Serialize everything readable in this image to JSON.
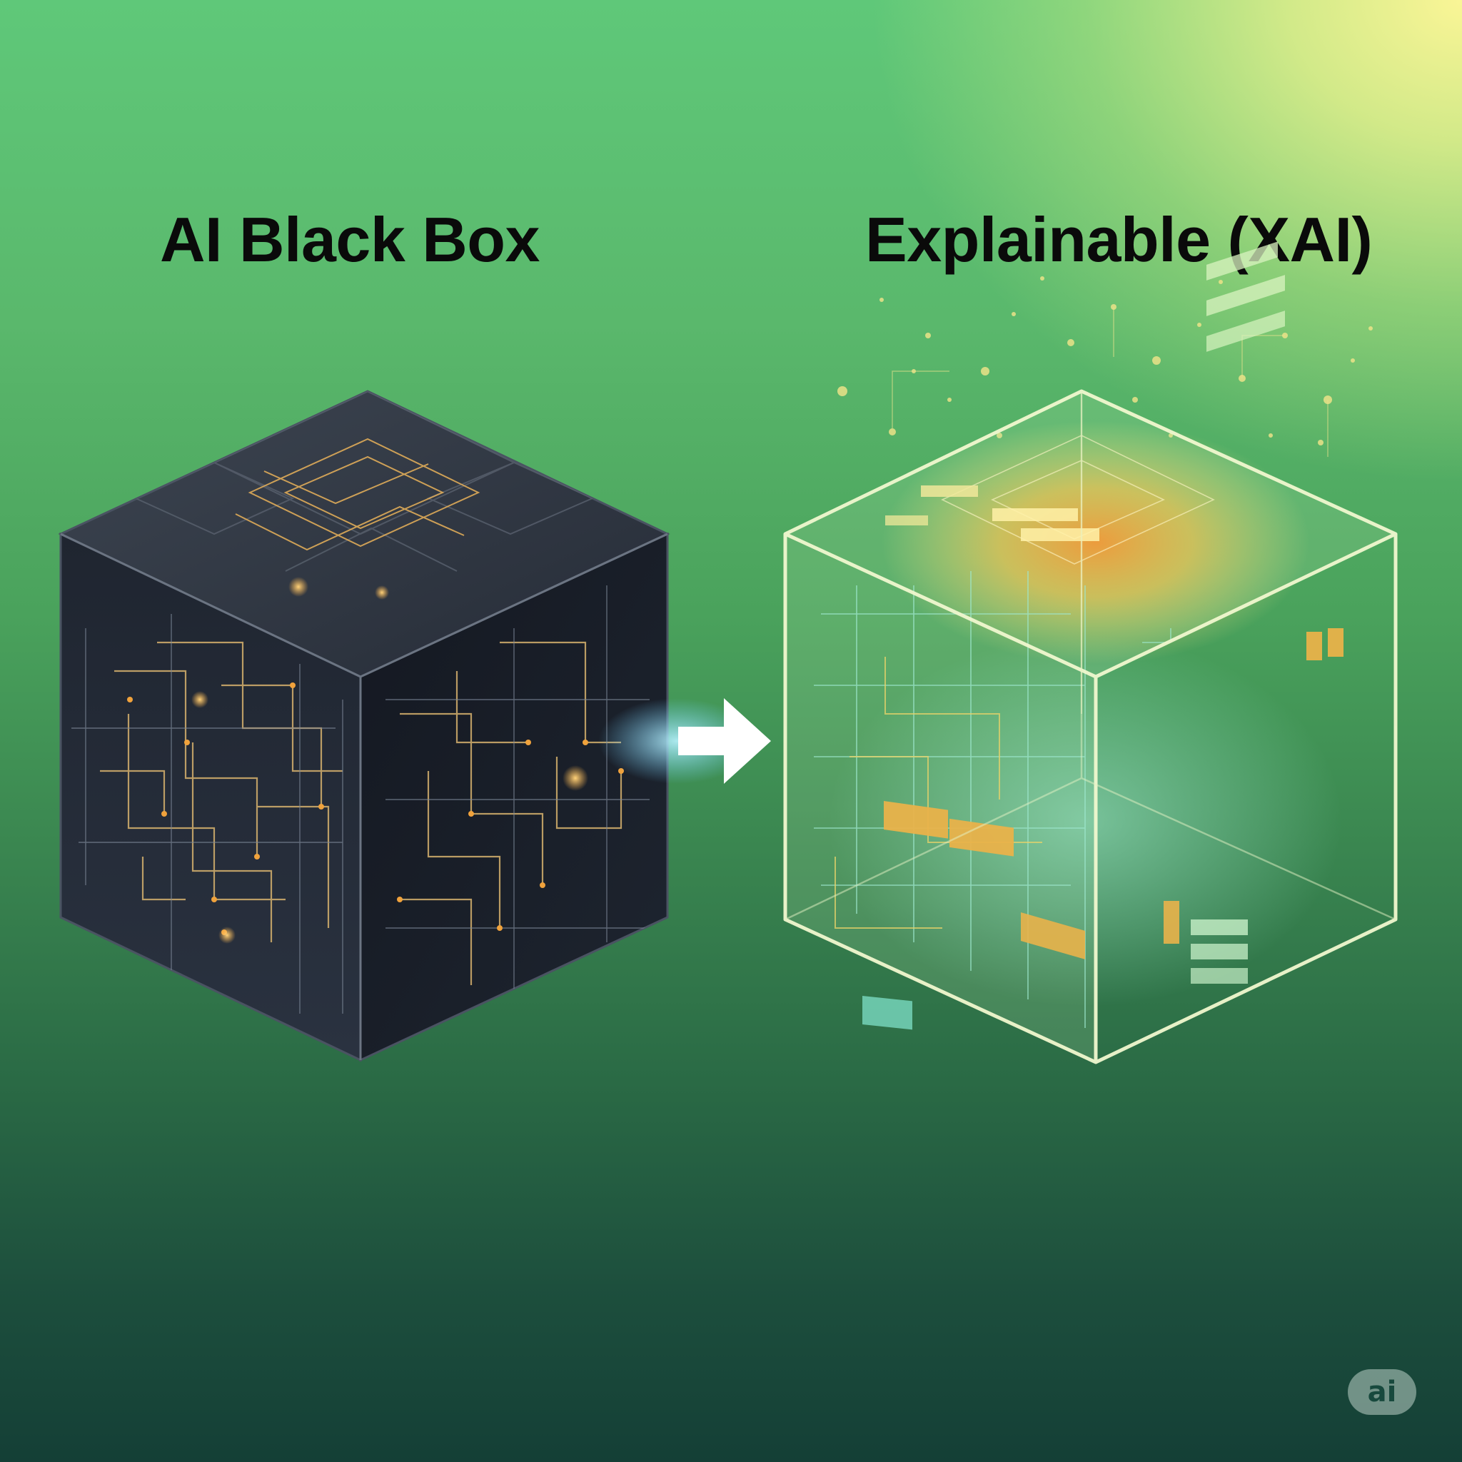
{
  "titles": {
    "left": "AI Black Box",
    "right": "Explainable (XAI)"
  },
  "badge": {
    "text": "ai"
  },
  "icons": {
    "black_box": "opaque-cube-icon",
    "transparent_box": "transparent-cube-icon",
    "transition": "arrow-right-icon"
  },
  "colors": {
    "background_top_left": "#5fc879",
    "background_top_right": "#f6f190",
    "background_bottom": "#143f36",
    "black_cube_fill": "#1b1f2b",
    "circuit_glow": "#e7a44a",
    "glass_cube_edge": "#eaf6c6",
    "glass_cube_glow": "#f39a3a",
    "glass_cube_lines": "#9ee8cf",
    "label_boxes": "#e9b24a",
    "arrow": "#ffffff"
  }
}
